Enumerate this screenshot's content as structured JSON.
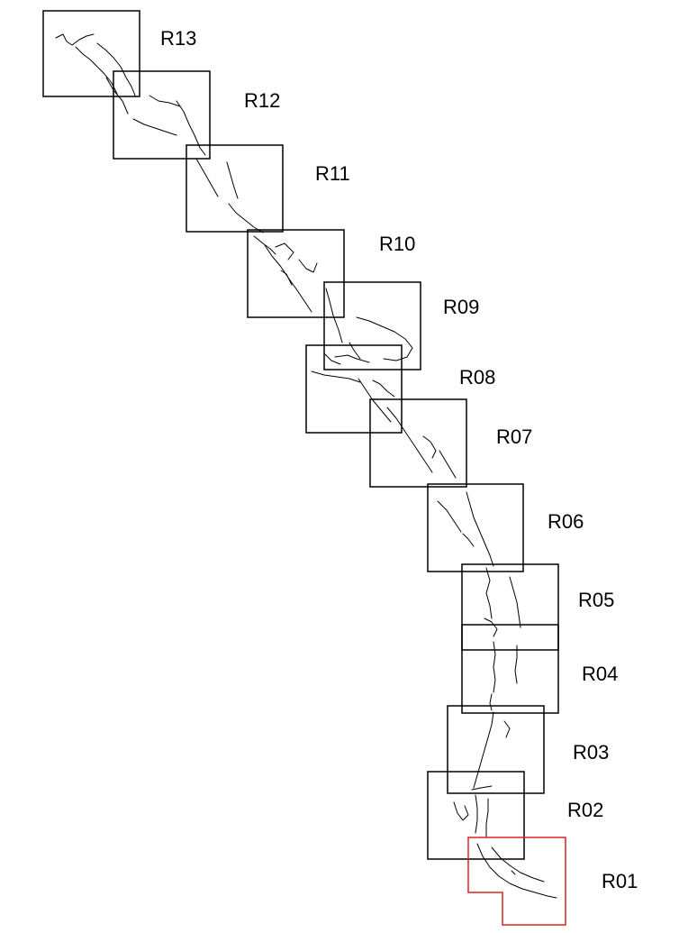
{
  "diagram": {
    "highlight_color": "#e02020",
    "line_color": "#000000",
    "regions": [
      {
        "id": "R13",
        "label": "R13",
        "highlighted": false
      },
      {
        "id": "R12",
        "label": "R12",
        "highlighted": false
      },
      {
        "id": "R11",
        "label": "R11",
        "highlighted": false
      },
      {
        "id": "R10",
        "label": "R10",
        "highlighted": false
      },
      {
        "id": "R09",
        "label": "R09",
        "highlighted": false
      },
      {
        "id": "R08",
        "label": "R08",
        "highlighted": false
      },
      {
        "id": "R07",
        "label": "R07",
        "highlighted": false
      },
      {
        "id": "R06",
        "label": "R06",
        "highlighted": false
      },
      {
        "id": "R05",
        "label": "R05",
        "highlighted": false
      },
      {
        "id": "R04",
        "label": "R04",
        "highlighted": false
      },
      {
        "id": "R03",
        "label": "R03",
        "highlighted": false
      },
      {
        "id": "R02",
        "label": "R02",
        "highlighted": false
      },
      {
        "id": "R01",
        "label": "R01",
        "highlighted": true
      }
    ]
  }
}
